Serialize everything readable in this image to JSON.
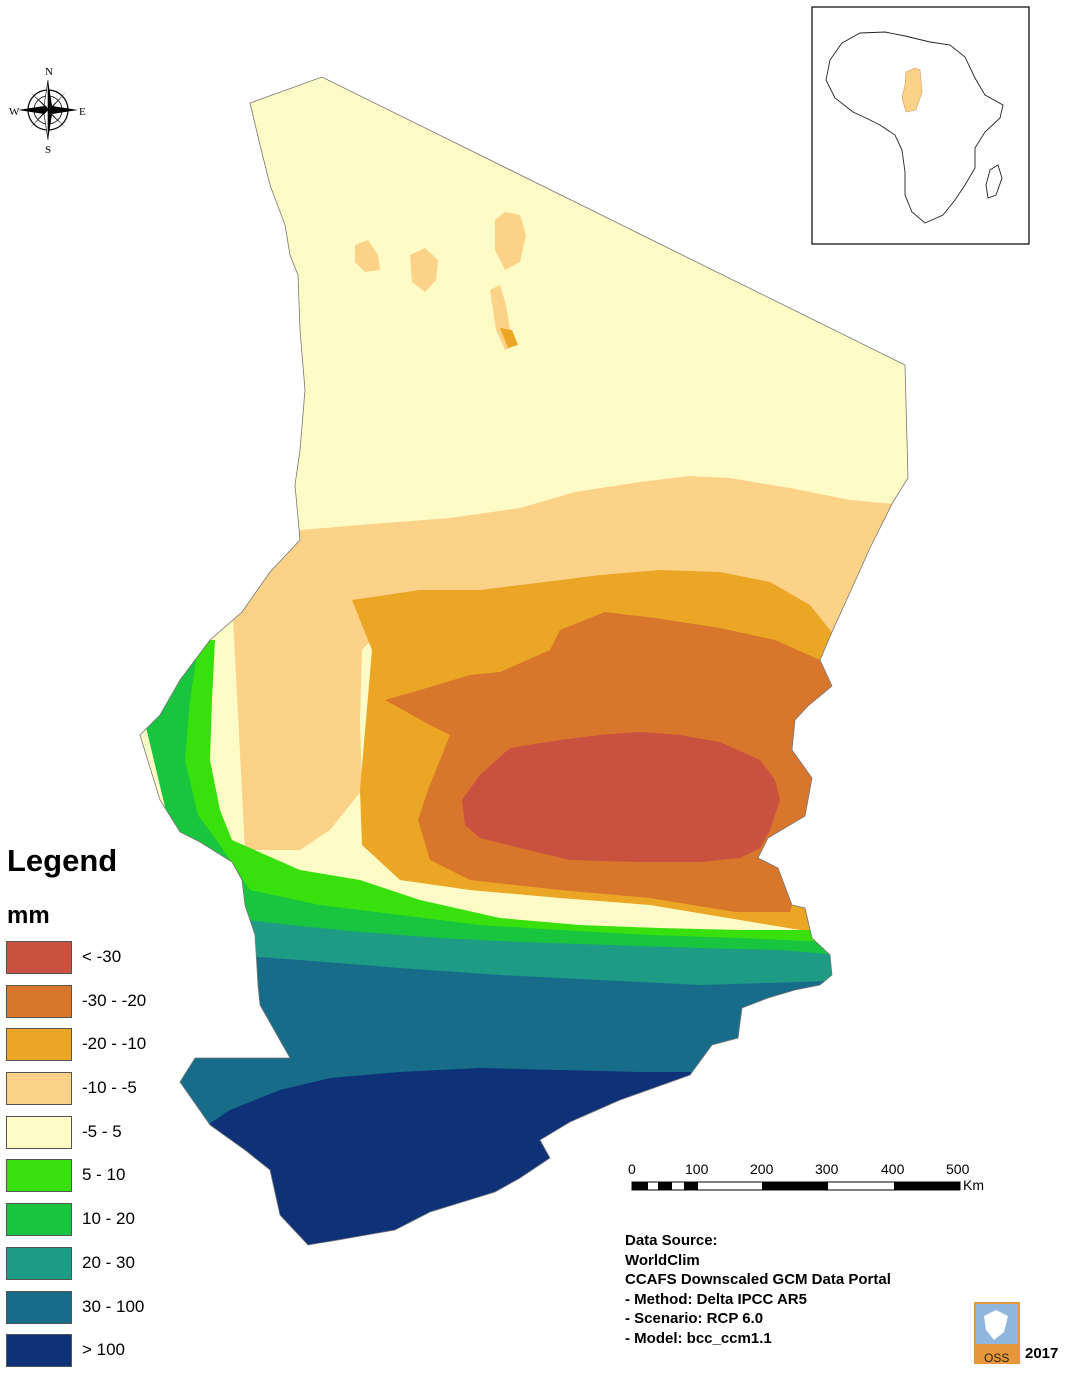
{
  "legend": {
    "title": "Legend",
    "unit": "mm",
    "classes": [
      {
        "label": "< -30",
        "color": "#c8523f"
      },
      {
        "label": "-30 - -20",
        "color": "#d8762c"
      },
      {
        "label": "-20 - -10",
        "color": "#eaa624"
      },
      {
        "label": "-10 - -5",
        "color": "#fcd288"
      },
      {
        "label": "-5 - 5",
        "color": "#fefbc6"
      },
      {
        "label": "5 - 10",
        "color": "#38e10d"
      },
      {
        "label": "10 - 20",
        "color": "#19c43f"
      },
      {
        "label": "20 - 30",
        "color": "#1d9b85"
      },
      {
        "label": "30 - 100",
        "color": "#176d89"
      },
      {
        "label": "> 100",
        "color": "#0e3177"
      }
    ]
  },
  "compass": {
    "n": "N",
    "s": "S",
    "e": "E",
    "w": "W",
    "icon": "compass-rose-icon"
  },
  "scale_bar": {
    "ticks": [
      "0",
      "100",
      "200",
      "300",
      "400",
      "500"
    ],
    "unit": "Km"
  },
  "source": {
    "lines": [
      "Data Source:",
      "WorldClim",
      "CCAFS Downscaled GCM Data Portal",
      "- Method: Delta IPCC AR5",
      "- Scenario: RCP 6.0",
      "- Model: bcc_ccm1.1"
    ]
  },
  "logo": {
    "text": "OSS",
    "icon": "oss-logo-icon"
  },
  "year": "2017",
  "inset": {
    "icon": "africa-inset-icon",
    "land_color": "#ffffff",
    "highlight_color": "#fcd288"
  }
}
